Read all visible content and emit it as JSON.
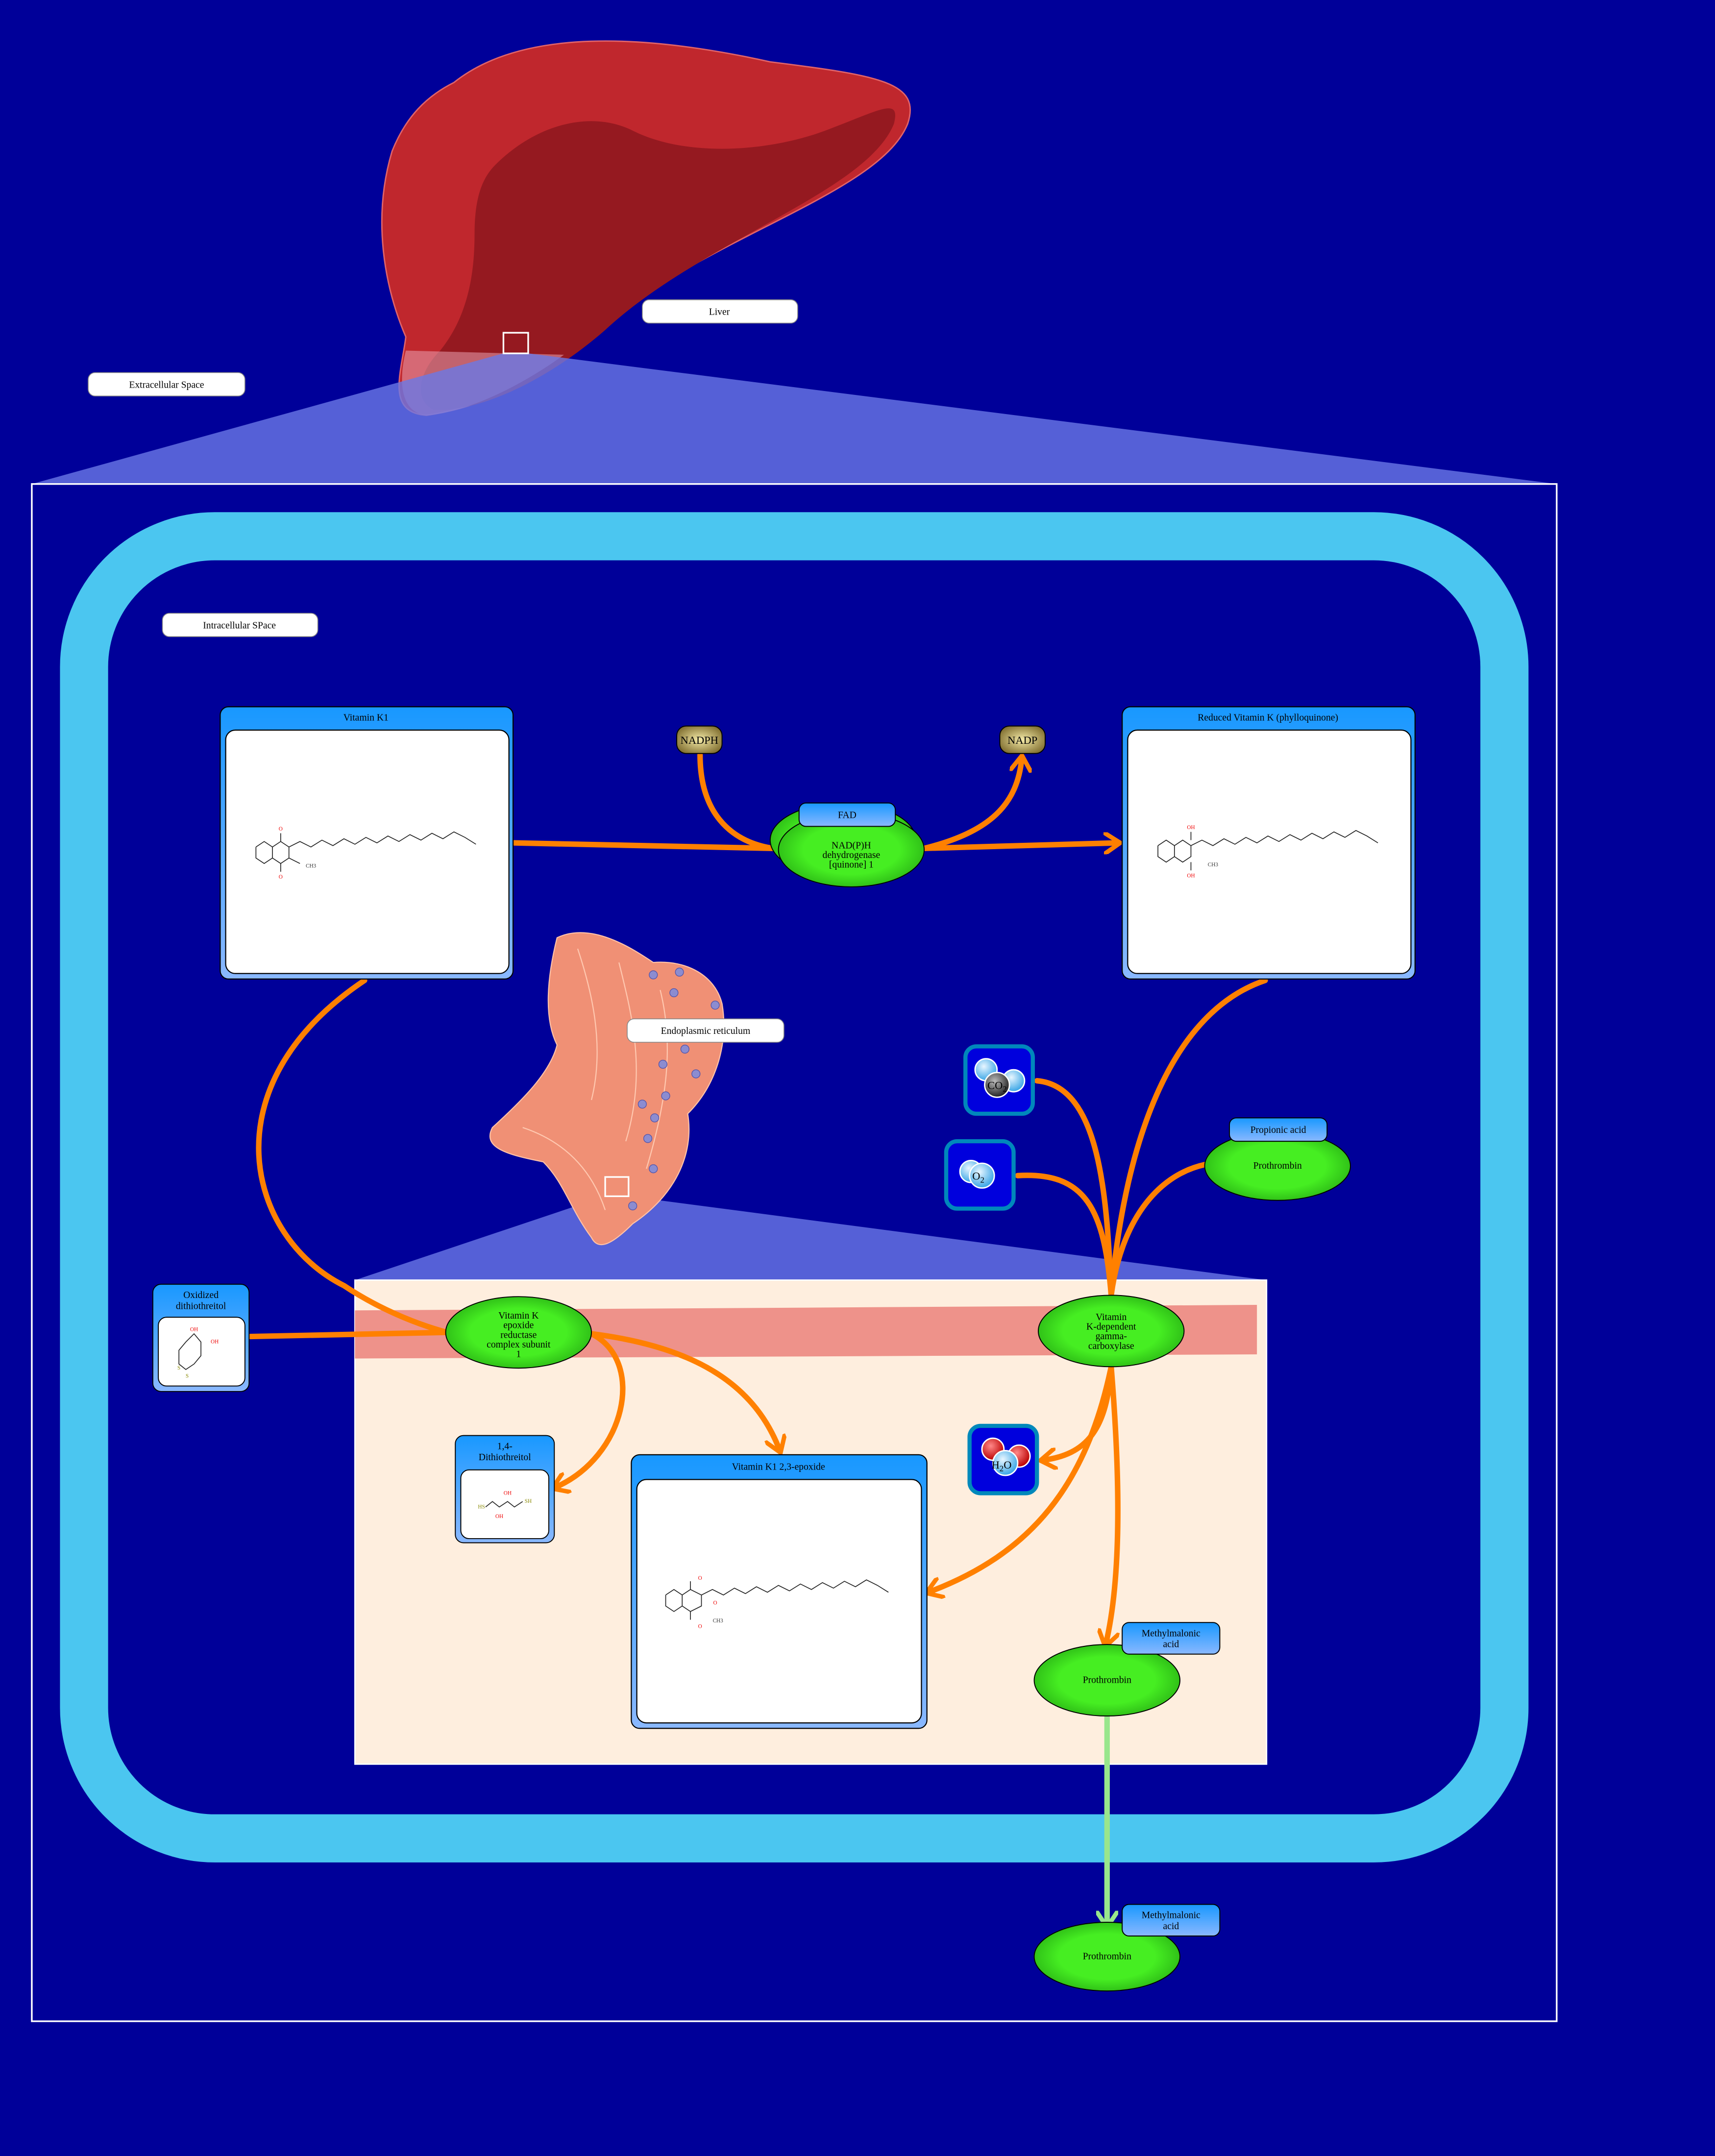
{
  "compartments": {
    "liver": "Liver",
    "extracellular": "Extracellular Space",
    "intracellular": "Intracellular SPace",
    "er": "Endoplasmic reticulum"
  },
  "metabolites": {
    "vitamin_k1": "Vitamin K1",
    "reduced_vitamin_k": "Reduced Vitamin K (phylloquinone)",
    "nadph": "NADPH",
    "nadp": "NADP",
    "oxidized_dtt": [
      "Oxidized",
      "dithiothreitol"
    ],
    "dtt": [
      "1,4-",
      "Dithiothreitol"
    ],
    "vitamin_k1_epoxide": "Vitamin K1 2,3-epoxide",
    "co2": {
      "main": "CO",
      "sub": "2"
    },
    "o2": {
      "main": "O",
      "sub": "2"
    },
    "h2o": {
      "pre": "H",
      "sub": "2",
      "post": "O"
    }
  },
  "proteins": {
    "nqo1": {
      "lines": [
        "NAD(P)H",
        "dehydrogenase",
        "[quinone] 1"
      ],
      "cofactor": "FAD"
    },
    "vkorc1": {
      "lines": [
        "Vitamin K",
        "epoxide",
        "reductase",
        "complex subunit",
        "1"
      ]
    },
    "ggcx": {
      "lines": [
        "Vitamin",
        "K-dependent",
        "gamma-",
        "carboxylase"
      ]
    },
    "prothrombin_top": {
      "label": "Prothrombin",
      "modifier": "Propionic acid"
    },
    "prothrombin_er": {
      "label": "Prothrombin",
      "modifier": [
        "Methylmalonic",
        "acid"
      ]
    },
    "prothrombin_out": {
      "label": "Prothrombin",
      "modifier": [
        "Methylmalonic",
        "acid"
      ]
    }
  },
  "chem_labels": {
    "o": "O",
    "oh": "OH",
    "ch3": "CH3",
    "s": "S",
    "hs": "HS",
    "sh": "SH"
  },
  "colors": {
    "background": "#000099",
    "membrane": "#4BC6F0",
    "arrow": "#FF8000",
    "transport_arrow": "#99E68C",
    "protein": "#44EE22",
    "er_panel": "#FEEEDE"
  }
}
